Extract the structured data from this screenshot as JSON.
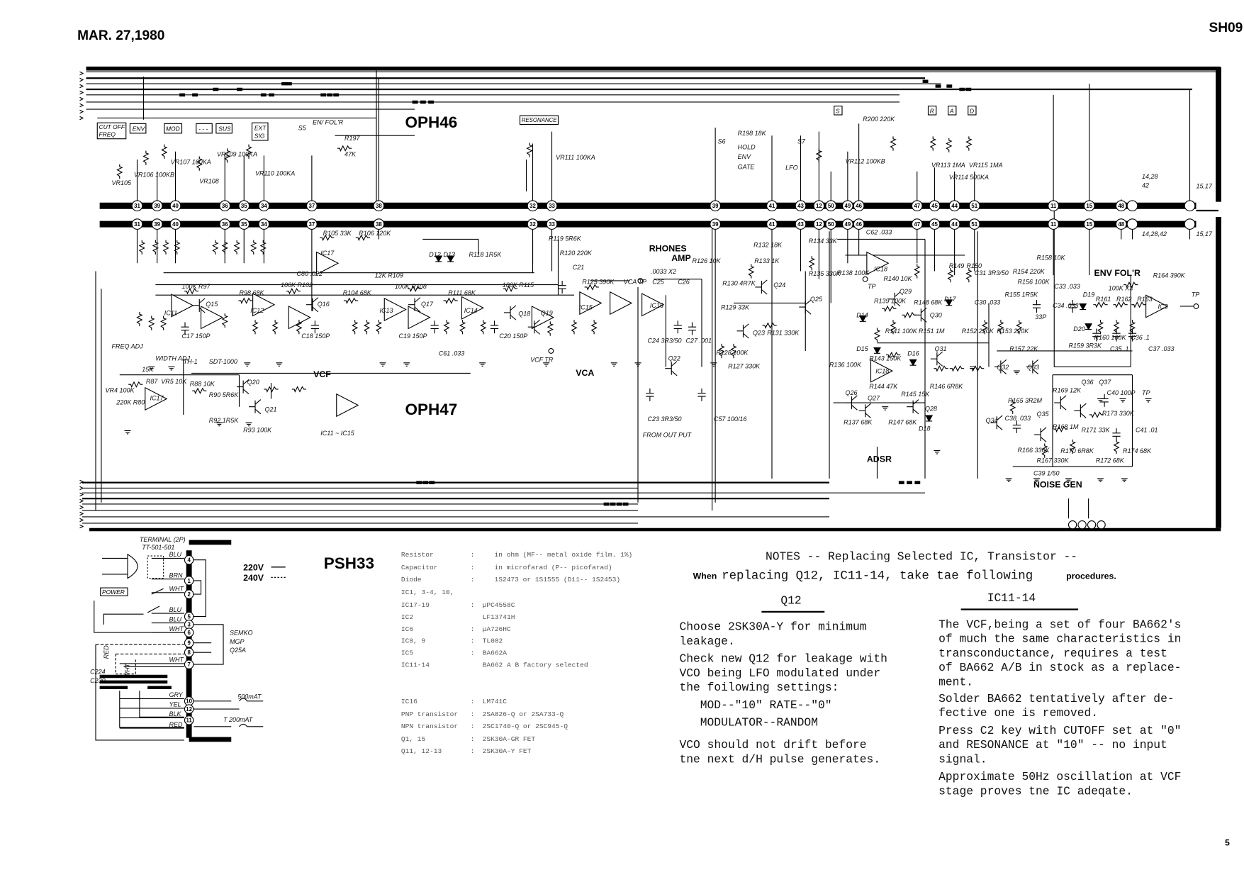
{
  "header": {
    "date": "MAR. 27,1980",
    "sheet_id": "SH09",
    "page_number": "5"
  },
  "boards": {
    "top": "OPH46",
    "middle": "OPH47",
    "power": "PSH33"
  },
  "sections": {
    "vcf": "VCF",
    "vca": "VCA",
    "adsr": "ADSR",
    "noise_gen": "NOISE GEN",
    "env_follower": "ENV FOL'R",
    "phones_amp_1": "RHONES",
    "phones_amp_2": "AMP"
  },
  "panel_labels": {
    "cutoff_1": "CUT OFF",
    "cutoff_2": "FREQ",
    "env": "ENV",
    "mod": "MOD",
    "blurred": "- - -",
    "sus": "SUS",
    "ext_1": "EXT",
    "ext_2": "SIG",
    "resonance": "RESONANCE",
    "s": "S",
    "r": "R",
    "a": "A",
    "d": "D",
    "power": "POWER"
  },
  "connectors": {
    "upper": [
      "31",
      "39",
      "40",
      "36",
      "35",
      "34",
      "37",
      "38",
      "32",
      "33",
      "39",
      "41",
      "43",
      "12",
      "50",
      "49",
      "46",
      "47",
      "45",
      "44",
      "51",
      "11",
      "15",
      "48",
      "",
      ""
    ],
    "lower": [
      "31",
      "39",
      "40",
      "36",
      "35",
      "34",
      "37",
      "38",
      "32",
      "33",
      "39",
      "41",
      "43",
      "12",
      "50",
      "49",
      "46",
      "47",
      "45",
      "44",
      "51",
      "11",
      "15",
      "48",
      "",
      ""
    ]
  },
  "component_labels": [
    "R197",
    "47K",
    "S5",
    "EN/ FOL'R",
    "R198 18K",
    "S6",
    "HOLD",
    "ENV",
    "GATE",
    "S7",
    "LFO",
    "R200 220K",
    "VR112 100KB",
    "VR113 1MA",
    "VR114 500KA",
    "VR115 1MA",
    "VR111 100KA",
    "VR105",
    "VR106 100KB",
    "VR107 100KA",
    "VR108",
    "VR109 100KA",
    "VR110 100KA",
    "14,28",
    "42",
    "14,28,42",
    "15,17",
    "15,17",
    "R105 33K",
    "R106 120K",
    "12K R109",
    "R119 5R6K",
    "D12",
    "D13",
    "R118 1R5K",
    "100K R97",
    "R98 68K",
    "100K R102",
    "C80 .022",
    "R104 68K",
    "100K R108",
    "R111 68K",
    "100K R115",
    "R125 390K",
    "R120 220K",
    "C21",
    "Q15",
    "Q16",
    "Q17",
    "Q18",
    "Q19",
    "IC11",
    "IC12",
    "IC13",
    "IC14",
    "IC15",
    "C17 150P",
    "C18 150P",
    "C19 150P",
    "C20 150P",
    "C61 .033",
    "VCF TR",
    "VCA TP",
    "FREQ ADJ",
    "WIDTH ADJ",
    "VR4 100K",
    "15K",
    "220K R80",
    "R87",
    "VR5 10K",
    "IC17",
    "R88 10K",
    "R90 5R6K",
    "TH-1",
    "SDT-1000",
    "Q20",
    "Q21",
    "R92 1R5K",
    "R93 100K",
    ".0033 X2",
    "C25",
    "C26",
    "IC16",
    "C24 3R3/50",
    "C27 .001",
    "Q22",
    "R126 10K",
    "R128 100K",
    "R127 330K",
    "R129 33K",
    "R130 4R7K",
    "Q23",
    "Q24",
    "R132 18K",
    "R133 1K",
    "R131 330K",
    "R134 33K",
    "R135 330K",
    "Q25",
    "C23 3R3/50",
    "FROM OUT PUT",
    "C57 100/16",
    "C62 .033",
    "TP",
    "R138 100K",
    "IC18",
    "R139 100K",
    "R140 10K",
    "Q29",
    "R148 68K",
    "Q30",
    "D17",
    "R149",
    "R150",
    "D14",
    "R141 100K",
    "R151 1M",
    "D15",
    "R143 150K",
    "D16",
    "Q31",
    "IC18",
    "R144 47K",
    "R145 15K",
    "R146 6R8K",
    "Q26",
    "Q27",
    "Q28",
    "R137 68K",
    "R147 68K",
    "D18",
    "R136 100K",
    "C31 3R3/50",
    "C30 .033",
    "R152 220K",
    "R153 220K",
    "R154 220K",
    "R155 1R5K",
    "R156 100K",
    "R157 22K",
    "33P",
    "Q32",
    "Q33",
    "R158 10K",
    "C33 .033",
    "C34 .033",
    "D19",
    "R161",
    "R162",
    "R163",
    "100K X3",
    "R164 390K",
    "IC3",
    "TP",
    "D20",
    "R159 3R3K",
    "R160 100K",
    "C35 .1",
    "C36 .1",
    "C37 .033",
    "R165 3R2M",
    "Q34",
    "C38 .033",
    "Q35",
    "R169 12K",
    "Q36",
    "Q37",
    "C40 100P",
    "TP",
    "R173 330K",
    "R168 1M",
    "R166 330K",
    "R167 330K",
    "C39 1/50",
    "R170 6R8K",
    "R171 33K",
    "R172 68K",
    "R174 68K",
    "C41 .01",
    "IC11 ~ IC15",
    "IC17"
  ],
  "power_supply": {
    "terminal_1": "TERMINAL (2P)",
    "terminal_2": "TT-501-501",
    "legend_220": "220V",
    "legend_240": "240V",
    "transformer_1": "SEMKO",
    "transformer_2": "MGP",
    "transformer_3": "Q25A",
    "tap_1": "C224",
    "tap_2": "C230",
    "red": "RED",
    "wht_v": "WHT",
    "fuse_1": "500mAT",
    "fuse_2": "T 200mAT",
    "pins": [
      "4",
      "1",
      "2",
      "5",
      "3",
      "6",
      "9",
      "8",
      "7",
      "10",
      "12",
      "11"
    ],
    "wires": [
      "BLU",
      "BRN",
      "WHT",
      "BLU",
      "BLU",
      "WHT",
      "WHT",
      "GRY",
      "YEL",
      "BLK",
      "RED"
    ]
  },
  "parts_list": [
    {
      "label": "Resistor",
      "sep": ":",
      "value": "in ohm (MF-- metal oxide film. 1%)"
    },
    {
      "label": "Capacitor",
      "sep": ":",
      "value": "in microfarad (P-- picofarad)"
    },
    {
      "label": "Diode",
      "sep": ":",
      "value": "1S2473 or 1S1555 (D11-- 1S2453)"
    },
    {
      "label": "IC1, 3-4, 10,",
      "sep": "",
      "value": ""
    },
    {
      "label": "IC17-19",
      "sep": ":",
      "value": "µPC4558C"
    },
    {
      "label": "IC2",
      "sep": "",
      "value": "LF13741H"
    },
    {
      "label": "IC6",
      "sep": ":",
      "value": "µA726HC"
    },
    {
      "label": "IC8, 9",
      "sep": ":",
      "value": "TL082"
    },
    {
      "label": "IC5",
      "sep": ":",
      "value": "BA662A"
    },
    {
      "label": "IC11-14",
      "sep": "",
      "value": "BA662  A  B factory selected"
    },
    {
      "label": "IC16",
      "sep": ":",
      "value": "LM741C"
    },
    {
      "label": "PNP transistor",
      "sep": ":",
      "value": "2SA826-Q or 2SA733-Q"
    },
    {
      "label": "NPN transistor",
      "sep": ":",
      "value": "2SC1740-Q or 2SC945-Q"
    },
    {
      "label": "Q1, 15",
      "sep": ":",
      "value": "2SK30A-GR     FET"
    },
    {
      "label": "Q11, 12-13",
      "sep": ":",
      "value": "2SK30A-Y     FET"
    }
  ],
  "notes": {
    "title": "NOTES -- Replacing Selected IC, Transistor --",
    "intro_1": "When",
    "intro_2": "replacing Q12, IC11-14, take tae following",
    "intro_3": "procedures.",
    "q12_heading": "Q12",
    "q12_lines": [
      "Choose  2SK30A-Y for minimum",
      "leakage.",
      "Check new Q12 for leakage with",
      "VCO being LFO modulated  under",
      "the foilowing settings:",
      "MOD--\"10\"     RATE--\"0\"",
      "MODULATOR--RANDOM",
      "VCO should not drift before",
      "tne next d/H pulse generates."
    ],
    "ic_heading": "IC11-14",
    "ic_lines": [
      "The VCF,being a set of four BA662's",
      "of much the same characteristics in",
      "transconductance, requires a   test",
      "of  BA662  A/B  in stock as a replace-",
      "ment.",
      "Solder BA662 tentatively after  de-",
      "fective one is removed.",
      "Press C2 key with   CUTOFF set at \"0\"",
      "and RESONANCE at  \"10\" -- no input",
      "signal.",
      "Approximate 50Hz oscillation at VCF",
      "stage proves tne IC adeqate."
    ]
  }
}
